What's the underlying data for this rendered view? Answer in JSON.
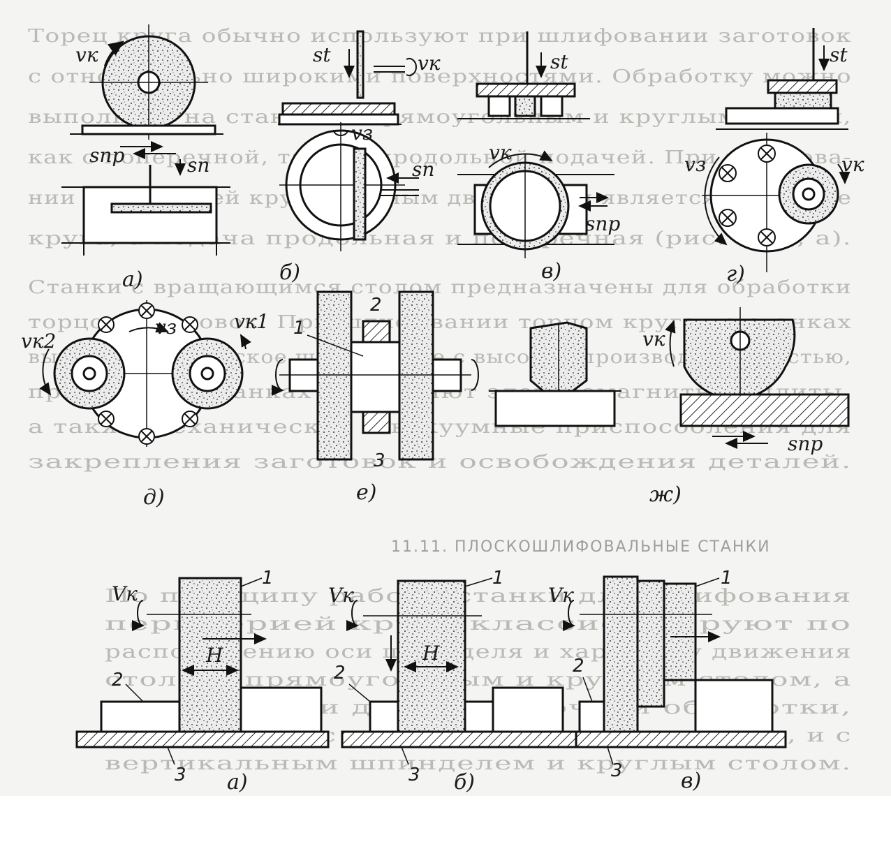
{
  "figure_top": {
    "panels": [
      {
        "id": "a",
        "caption": "а)",
        "labels": {
          "vk": "vк",
          "spr": "sпр",
          "sp": "sп"
        }
      },
      {
        "id": "b",
        "caption": "б)",
        "labels": {
          "st": "st",
          "vk": "vк",
          "vz": "vз",
          "sp": "sп"
        }
      },
      {
        "id": "v",
        "caption": "в)",
        "labels": {
          "st": "st",
          "vk": "vк",
          "spr": "sпр"
        }
      },
      {
        "id": "g",
        "caption": "г)",
        "labels": {
          "st": "st",
          "vz": "vз",
          "vk": "vк"
        }
      },
      {
        "id": "d",
        "caption": "д)",
        "labels": {
          "vk2": "vк2",
          "vz": "vз",
          "vk1": "vк1"
        }
      },
      {
        "id": "e",
        "caption": "е)",
        "labels": {
          "n1": "1",
          "n2": "2",
          "n3": "3"
        }
      },
      {
        "id": "zh",
        "caption": "ж)",
        "labels": {
          "vk": "vк",
          "spr": "sпр"
        }
      }
    ]
  },
  "figure_bottom": {
    "panels": [
      {
        "id": "a",
        "caption": "а)",
        "labels": {
          "vk": "Vк",
          "h": "H",
          "n1": "1",
          "n2": "2",
          "n3": "3"
        }
      },
      {
        "id": "b",
        "caption": "б)",
        "labels": {
          "vk": "Vк",
          "h": "H",
          "n1": "1",
          "n2": "2",
          "n3": "3"
        }
      },
      {
        "id": "v",
        "caption": "в)",
        "labels": {
          "vk": "Vк",
          "n1": "1",
          "n2": "2",
          "n3": "3"
        }
      }
    ]
  },
  "background_text": {
    "section_heading": "11.11. ПЛОСКОШЛИФОВАЛЬНЫЕ СТАНКИ",
    "top_lines": [
      "Торец круга обычно используют при шлифовании заготовок",
      "с относительно широкими поверхностями. Обработку можно",
      "выполнить на станках с прямоугольным и круглым столом,",
      "как с поперечной, так и с продольной подачей. При шлифова-",
      "нии периферией круга главным движением является вращение",
      "круга, а подача продольная и поперечная (рис. 11.9, а)."
    ],
    "mid_lines": [
      "Станки с вращающимся столом предназначены для обработки",
      "торцов заготовок. При шлифовании торцом круга на станках",
      "выполняется плоское шлифование с высокой производительностью,",
      "при этом на станках применяют электромагнитные плиты,",
      "а также механические и вакуумные приспособления для",
      "закрепления заготовок и освобождения деталей."
    ],
    "bottom_lines": [
      "По принципу работы станки для шлифования",
      "периферией круга классифицируют по",
      "расположению оси шпинделя и характеру движения",
      "стола: с прямоугольным и круглым столом, а",
      "также станки для особо точной обработки,",
      "выпускаемые с горизонтальным шпинделем, и с",
      "вертикальным шпинделем и круглым столом."
    ]
  }
}
